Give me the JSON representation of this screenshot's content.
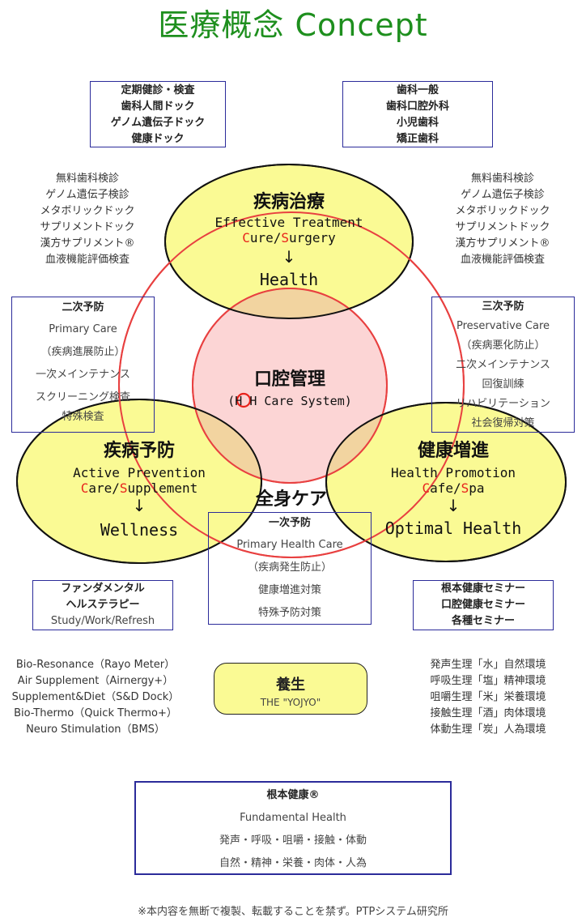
{
  "title": "医療概念 Concept",
  "top_left_box": [
    "定期健診・検査",
    "歯科人間ドック",
    "ゲノム遺伝子ドック",
    "健康ドック"
  ],
  "top_right_box": [
    "歯科一般",
    "歯科口腔外科",
    "小児歯科",
    "矯正歯科"
  ],
  "left_list": [
    "無料歯科検診",
    "ゲノム遺伝子検診",
    "メタボリックドック",
    "サプリメントドック",
    "漢方サプリメント®",
    "血液機能評価検査"
  ],
  "right_list": [
    "無料歯科検診",
    "ゲノム遺伝子検診",
    "メタボリックドック",
    "サプリメントドック",
    "漢方サプリメント®",
    "血液機能評価検査"
  ],
  "treatment": {
    "title": "疾病治療",
    "english": "Effective Treatment",
    "c1": "C",
    "w1": "ure/",
    "c2": "S",
    "w2": "urgery",
    "arrow": "↓",
    "result": "Health"
  },
  "secondary_box": {
    "title": "二次予防",
    "items": [
      "Primary Care",
      "（疾病進展防止）",
      "一次メインテナンス",
      "スクリーニング検査",
      "特殊検査"
    ]
  },
  "tertiary_box": {
    "title": "三次予防",
    "items": [
      "Preservative Care",
      "（疾病悪化防止）",
      "二次メインテナンス",
      "回復訓練",
      "リハビリテーション",
      "社会復帰対策"
    ]
  },
  "center": {
    "title": "口腔管理",
    "pre": "(H",
    "mid": "O",
    "post": "H Care System)"
  },
  "prevention": {
    "title": "疾病予防",
    "english": "Active Prevention",
    "c1": "C",
    "w1": "are/",
    "c2": "S",
    "w2": "upplement",
    "arrow": "↓",
    "result": "Wellness"
  },
  "promotion": {
    "title": "健康増進",
    "english": "Health Promotion",
    "c1": "C",
    "w1": "afe/",
    "c2": "S",
    "w2": "pa",
    "arrow": "↓",
    "result": "Optimal Health"
  },
  "whole_body": "全身ケア",
  "primary_box": {
    "title": "一次予防",
    "items": [
      "Primary Health Care",
      "（疾病発生防止）",
      "健康増進対策",
      "特殊予防対策"
    ]
  },
  "fundamental_box": [
    "ファンダメンタル",
    "ヘルステラピー",
    "Study/Work/Refresh"
  ],
  "seminar_box": [
    "根本健康セミナー",
    "口腔健康セミナー",
    "各種セミナー"
  ],
  "bottom_left_list": [
    "Bio-Resonance（Rayo Meter）",
    "Air Supplement（Airnergy+）",
    "Supplement&Diet（S&D Dock）",
    "Bio-Thermo（Quick Thermo+）",
    "Neuro Stimulation（BMS）"
  ],
  "yojyo": {
    "title": "養生",
    "sub": "THE \"YOJYO\""
  },
  "bottom_right_list": [
    "発声生理「水」自然環境",
    "呼吸生理「塩」精神環境",
    "咀嚼生理「米」栄養環境",
    "接触生理「酒」肉体環境",
    "体動生理「炭」人為環境"
  ],
  "fundamental_health": {
    "title": "根本健康®",
    "english": "Fundamental Health",
    "line1": "発声・呼吸・咀嚼・接触・体動",
    "line2": "自然・精神・栄養・肉体・人為"
  },
  "footer": "※本内容を無断で複製、転載することを禁ず。PTPシステム研究所",
  "colors": {
    "title": "#1e8f1e",
    "ellipse_fill": "#fafa94",
    "center_fill": "#fcd5d5",
    "red_circle": "#e84040",
    "box_border": "#2b2b9a",
    "overlap": "#f2d4a0"
  }
}
